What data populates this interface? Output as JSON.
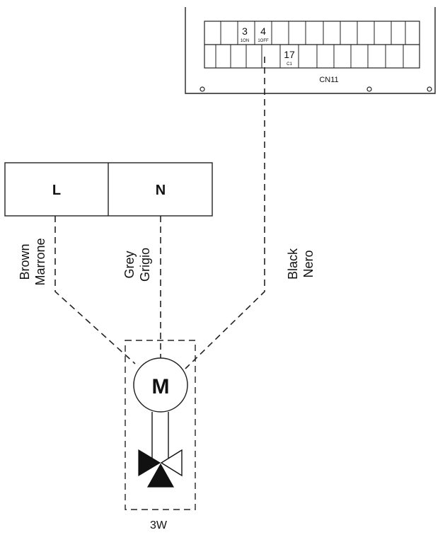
{
  "connector": {
    "name": "CN11",
    "pins": [
      {
        "number": "3",
        "sub": "1ON"
      },
      {
        "number": "4",
        "sub": "1OFF"
      },
      {
        "number": "17",
        "sub": "C1"
      }
    ]
  },
  "terminal_block": {
    "left_label": "L",
    "right_label": "N"
  },
  "wires": {
    "brown": {
      "line1": "Brown",
      "line2": "Marrone"
    },
    "grey": {
      "line1": "Grey",
      "line2": "Grigio"
    },
    "black": {
      "line1": "Black",
      "line2": "Nero"
    }
  },
  "motor": {
    "symbol": "M"
  },
  "valve": {
    "label": "3W"
  }
}
